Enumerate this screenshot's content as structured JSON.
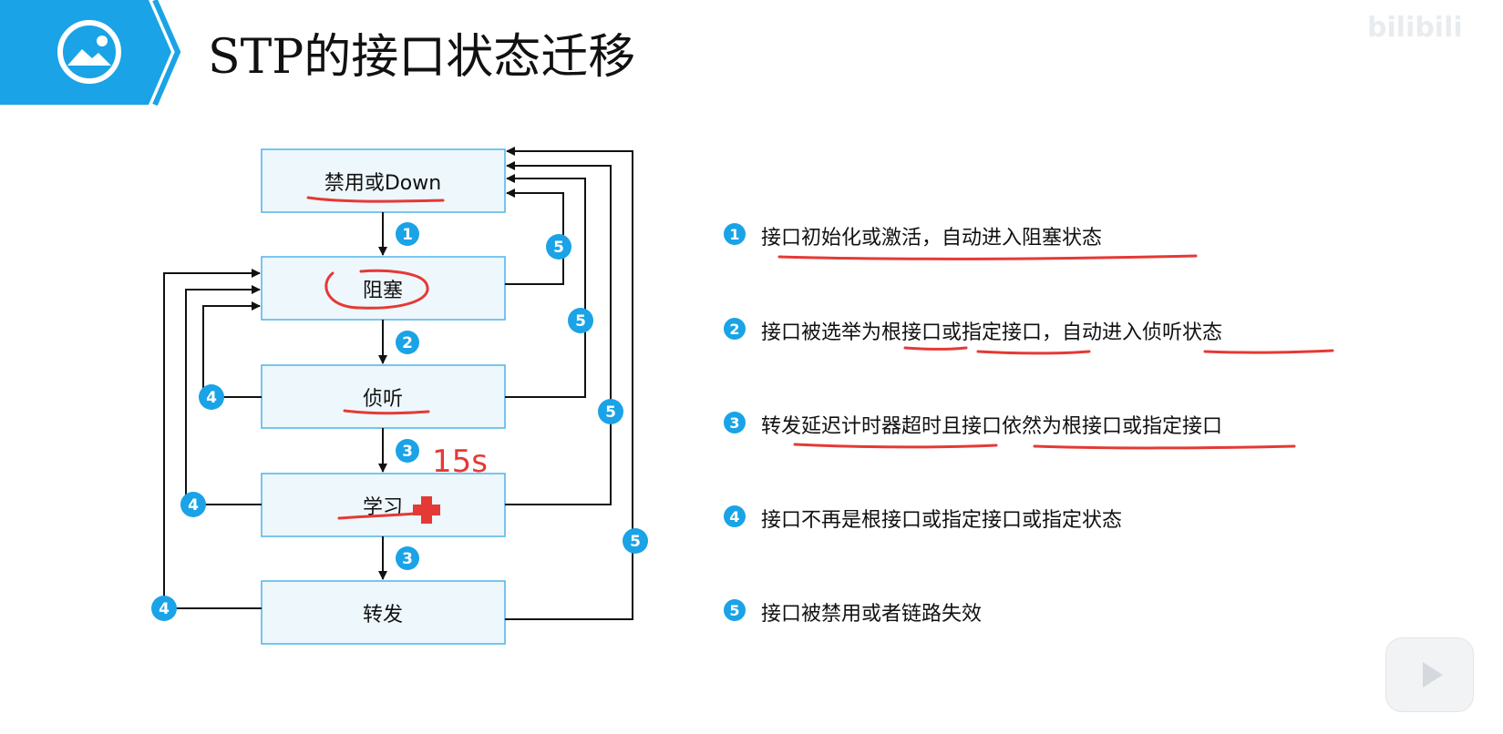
{
  "header": {
    "title": "STP的接口状态迁移",
    "icon": "image-icon",
    "watermark": "bilibili"
  },
  "states": [
    {
      "id": "disabled",
      "label": "禁用或Down"
    },
    {
      "id": "blocking",
      "label": "阻塞"
    },
    {
      "id": "listening",
      "label": "侦听"
    },
    {
      "id": "learning",
      "label": "学习"
    },
    {
      "id": "forwarding",
      "label": "转发"
    }
  ],
  "transitions": {
    "down_1": "1",
    "down_2": "2",
    "down_3a": "3",
    "down_3b": "3",
    "left_4a": "4",
    "left_4b": "4",
    "left_4c": "4",
    "right_5a": "5",
    "right_5b": "5",
    "right_5c": "5",
    "right_5d": "5"
  },
  "legend": [
    {
      "num": "1",
      "text": "接口初始化或激活，自动进入阻塞状态"
    },
    {
      "num": "2",
      "text": "接口被选举为根接口或指定接口，自动进入侦听状态"
    },
    {
      "num": "3",
      "text": "转发延迟计时器超时且接口依然为根接口或指定接口"
    },
    {
      "num": "4",
      "text": "接口不再是根接口或指定接口或指定状态"
    },
    {
      "num": "5",
      "text": "接口被禁用或者链路失效"
    }
  ],
  "annotation": {
    "handwritten": "15s"
  },
  "colors": {
    "accent_blue": "#1aa3e6",
    "box_fill": "#eef7fc",
    "box_border": "#4fb3e8",
    "ink_red": "#e53935"
  }
}
